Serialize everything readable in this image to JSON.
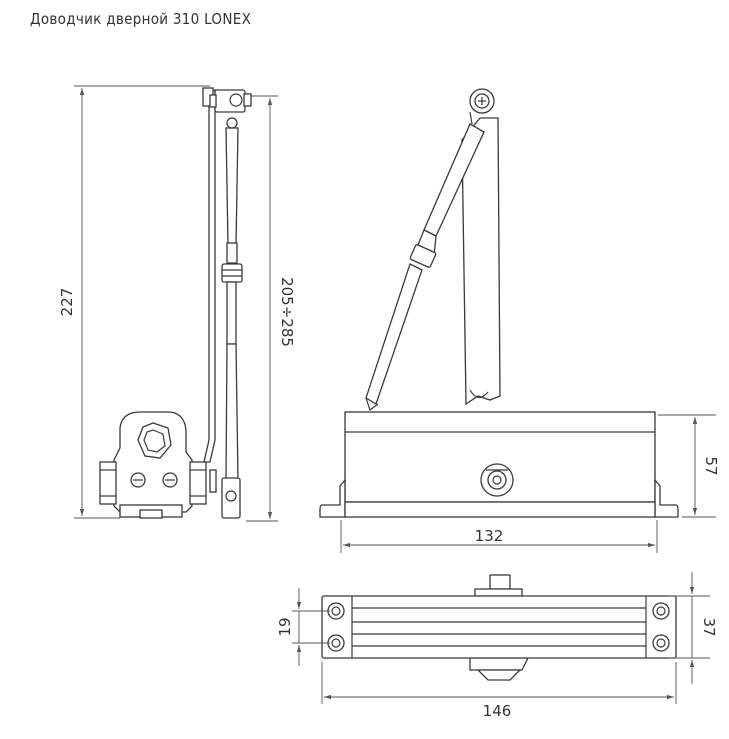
{
  "title": "Доводчик дверной 310 LONEX",
  "dimensions": {
    "side_height": "227",
    "arm_range": "205÷285",
    "body_height": "57",
    "body_length": "132",
    "base_width_left": "19",
    "base_width_right": "37",
    "total_length": "146"
  },
  "colors": {
    "line": "#3a3a3a",
    "background": "#ffffff"
  }
}
